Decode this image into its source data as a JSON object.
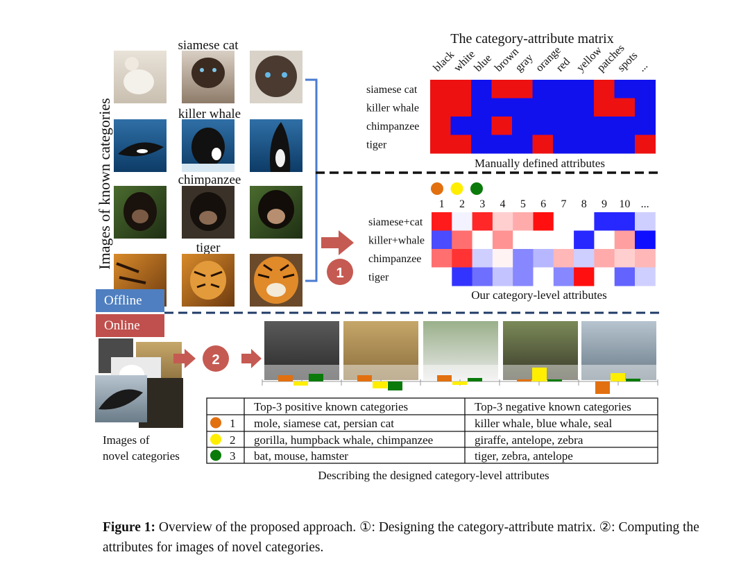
{
  "known": {
    "side_label": "Images of known categories",
    "categories": [
      "siamese cat",
      "killer whale",
      "chimpanzee",
      "tiger"
    ],
    "offline_label": "Offline",
    "online_label": "Online"
  },
  "matrix": {
    "title": "The category-attribute matrix",
    "attributes": [
      "black",
      "white",
      "blue",
      "brown",
      "gray",
      "orange",
      "red",
      "yellow",
      "patches",
      "spots",
      "..."
    ],
    "rows": [
      "siamese cat",
      "killer whale",
      "chimpanzee",
      "tiger"
    ],
    "cells": [
      [
        1,
        1,
        0,
        1,
        1,
        0,
        0,
        0,
        1,
        0,
        0
      ],
      [
        1,
        1,
        0,
        0,
        0,
        0,
        0,
        0,
        1,
        1,
        0
      ],
      [
        1,
        0,
        0,
        1,
        0,
        0,
        0,
        0,
        0,
        0,
        0
      ],
      [
        1,
        1,
        0,
        0,
        0,
        1,
        0,
        0,
        0,
        0,
        1
      ]
    ],
    "colors": {
      "on": "#ee1111",
      "off": "#1111ee"
    },
    "caption": "Manually defined attributes"
  },
  "learned": {
    "dots": [
      "#e2700f",
      "#ffee00",
      "#0a7a0a"
    ],
    "columns": [
      "1",
      "2",
      "3",
      "4",
      "5",
      "6",
      "7",
      "8",
      "9",
      "10",
      "..."
    ],
    "rows": [
      "siamese+cat",
      "killer+whale",
      "chimpanzee",
      "tiger"
    ],
    "values": [
      [
        0.95,
        -0.05,
        0.9,
        0.2,
        0.35,
        1.0,
        0,
        0,
        -0.9,
        -0.9,
        -0.2
      ],
      [
        -0.75,
        0.6,
        0,
        0.45,
        0,
        0,
        0,
        -0.9,
        0,
        0.4,
        -1.0
      ],
      [
        0.6,
        0.85,
        -0.2,
        0.05,
        -0.5,
        -0.3,
        0.3,
        -0.2,
        0.35,
        0.2,
        0.3
      ],
      [
        0,
        -0.85,
        -0.6,
        -0.25,
        -0.5,
        0,
        -0.5,
        1.0,
        0,
        -0.65,
        -0.2
      ]
    ],
    "caption": "Our category-level attributes"
  },
  "steps": {
    "one": "1",
    "two": "2"
  },
  "novel": {
    "label_line1": "Images of",
    "label_line2": "novel categories",
    "bars": [
      [
        0.45,
        -0.3,
        0.55
      ],
      [
        0.45,
        -0.5,
        -0.65
      ],
      [
        0.45,
        -0.25,
        0.25
      ],
      [
        0.15,
        1.0,
        0.15
      ],
      [
        -0.9,
        0.6,
        0.2
      ]
    ],
    "bar_colors": [
      "#e2700f",
      "#ffee00",
      "#0a7a0a"
    ]
  },
  "table": {
    "headers": [
      "Top-3 positive known categories",
      "Top-3 negative known categories"
    ],
    "rows": [
      {
        "index": "1",
        "positive": "mole, siamese cat, persian cat",
        "negative": "killer whale, blue whale, seal"
      },
      {
        "index": "2",
        "positive": "gorilla, humpback whale, chimpanzee",
        "negative": "giraffe, antelope, zebra"
      },
      {
        "index": "3",
        "positive": "bat, mouse, hamster",
        "negative": "tiger, zebra, antelope"
      }
    ],
    "caption": "Describing the designed category-level attributes"
  },
  "figure_caption": {
    "label": "Figure 1:",
    "text": "Overview of the proposed approach. ①: Designing the category-attribute matrix. ②: Computing the attributes for images of novel categories."
  }
}
